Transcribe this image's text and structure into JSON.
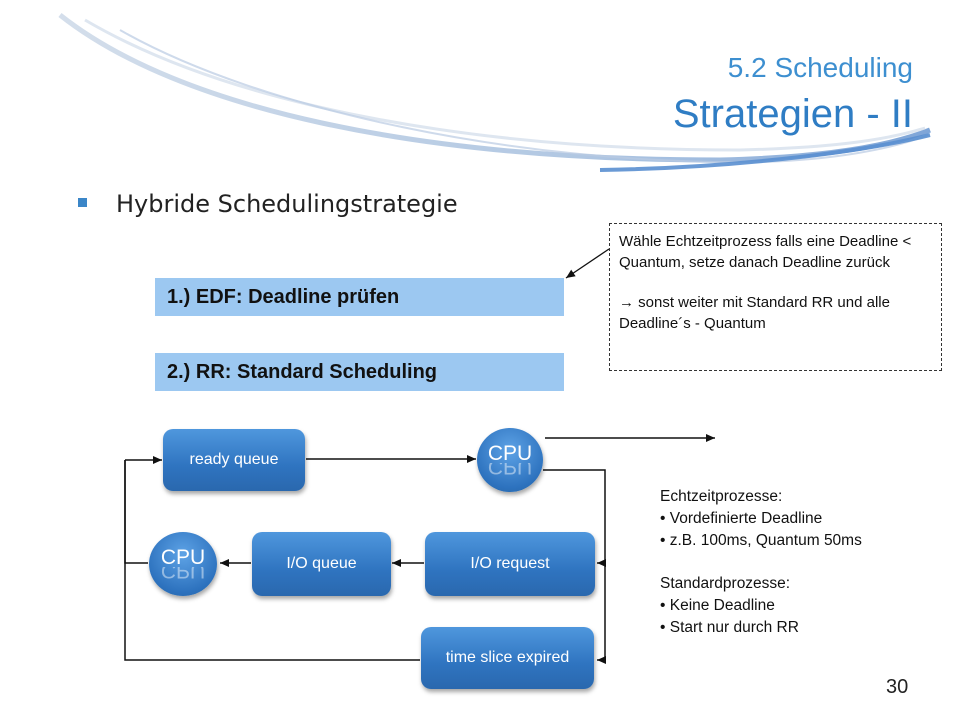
{
  "title": {
    "subtitle": "5.2 Scheduling",
    "main": "Strategien - II"
  },
  "bullet": "Hybride Schedulingstrategie",
  "steps": [
    "1.) EDF: Deadline prüfen",
    "2.) RR: Standard Scheduling"
  ],
  "note": {
    "line1": "Wähle Echtzeitprozess falls eine Deadline < Quantum, setze danach Deadline zurück",
    "line2": "→ sonst weiter mit Standard RR und alle Deadline´s - Quantum"
  },
  "diagram": {
    "ready_queue": "ready queue",
    "cpu_top": "CPU",
    "cpu_left": "CPU",
    "io_queue": "I/O queue",
    "io_request": "I/O request",
    "time_slice": "time slice expired"
  },
  "legend": {
    "heading1": "Echtzeitprozesse:",
    "items1": [
      "• Vordefinierte Deadline",
      "• z.B. 100ms, Quantum 50ms"
    ],
    "heading2": "Standardprozesse:",
    "items2": [
      "• Keine Deadline",
      "• Start nur durch RR"
    ]
  },
  "page_number": "30",
  "colors": {
    "title": "#2f7dc4",
    "step_box": "#9cc8f1",
    "node": "#2f74c0"
  }
}
